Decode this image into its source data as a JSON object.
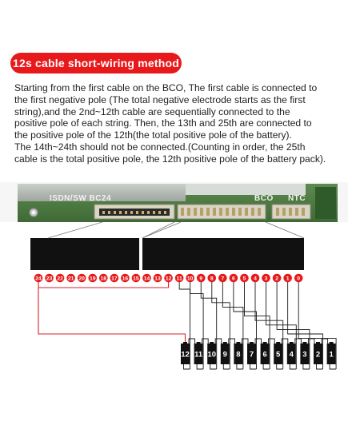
{
  "header": {
    "title": "12s cable short-wiring method"
  },
  "description": {
    "lines": [
      "Starting from the first cable on the BCO, The first cable is connected to",
      "the first negative pole (The total negative electrode starts as the first",
      "string),and the 2nd~12th cable are sequentially connected to the",
      "positive pole of each string. Then, the 13th and 25th are connected to",
      "the positive pole of the 12th(the total positive pole of the battery).",
      "The 14th~24th should not be connected.(Counting in order, the 25th",
      "cable is the total positive pole, the 12th positive pole of the battery pack)."
    ]
  },
  "board": {
    "label_left": "ISDN/SW BC24",
    "label_mid": "BCO",
    "label_right": "NTC"
  },
  "pins": [
    "24",
    "23",
    "22",
    "21",
    "20",
    "19",
    "18",
    "17",
    "16",
    "15",
    "14",
    "13",
    "12",
    "11",
    "10",
    "9",
    "8",
    "7",
    "6",
    "5",
    "4",
    "3",
    "2",
    "1",
    "0"
  ],
  "cells": [
    "12",
    "11",
    "10",
    "9",
    "8",
    "7",
    "6",
    "5",
    "4",
    "3",
    "2",
    "1"
  ],
  "colors": {
    "accent": "#e8191b",
    "pin": "#e8191b",
    "wire_red": "#d8202a",
    "wire_black": "#1a1a1a",
    "board_green": "#4e7a43",
    "cell_body": "#111111"
  }
}
